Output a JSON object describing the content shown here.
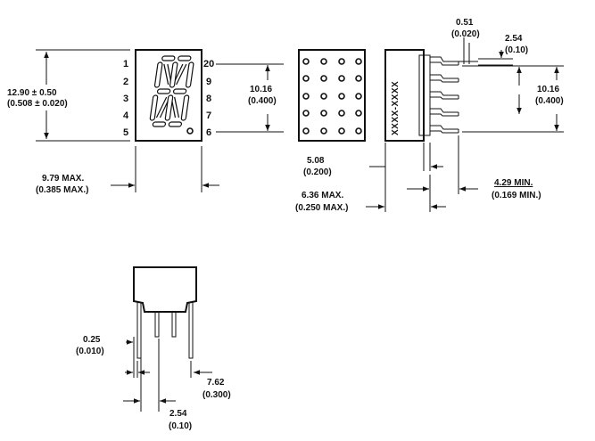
{
  "front_view": {
    "height_mm": "12.90 ± 0.50",
    "height_in": "(0.508 ± 0.020)",
    "width_mm": "9.79 MAX.",
    "width_in": "(0.385 MAX.)",
    "row_pitch_mm": "10.16",
    "row_pitch_in": "(0.400)",
    "pins_left": [
      "1",
      "2",
      "3",
      "4",
      "5"
    ],
    "pins_right": [
      "20",
      "9",
      "8",
      "7",
      "6"
    ]
  },
  "back_view": {
    "depth_mm": "5.08",
    "depth_in": "(0.200)"
  },
  "side_view": {
    "part_marking": "XXXX-XXXX",
    "pin_thickness_mm": "0.51",
    "pin_thickness_in": "(0.020)",
    "pin_pitch_mm": "2.54",
    "pin_pitch_in": "(0.10)",
    "row_pitch_mm": "10.16",
    "row_pitch_in": "(0.400)",
    "body_depth_mm": "6.36 MAX.",
    "body_depth_in": "(0.250 MAX.)",
    "pin_length_mm": "4.29 MIN.",
    "pin_length_in": "(0.169 MIN.)"
  },
  "bottom_view": {
    "pin_width_mm": "0.25",
    "pin_width_in": "(0.010)",
    "row_spacing_mm": "7.62",
    "row_spacing_in": "(0.300)",
    "pin_pitch_mm": "2.54",
    "pin_pitch_in": "(0.10)"
  }
}
